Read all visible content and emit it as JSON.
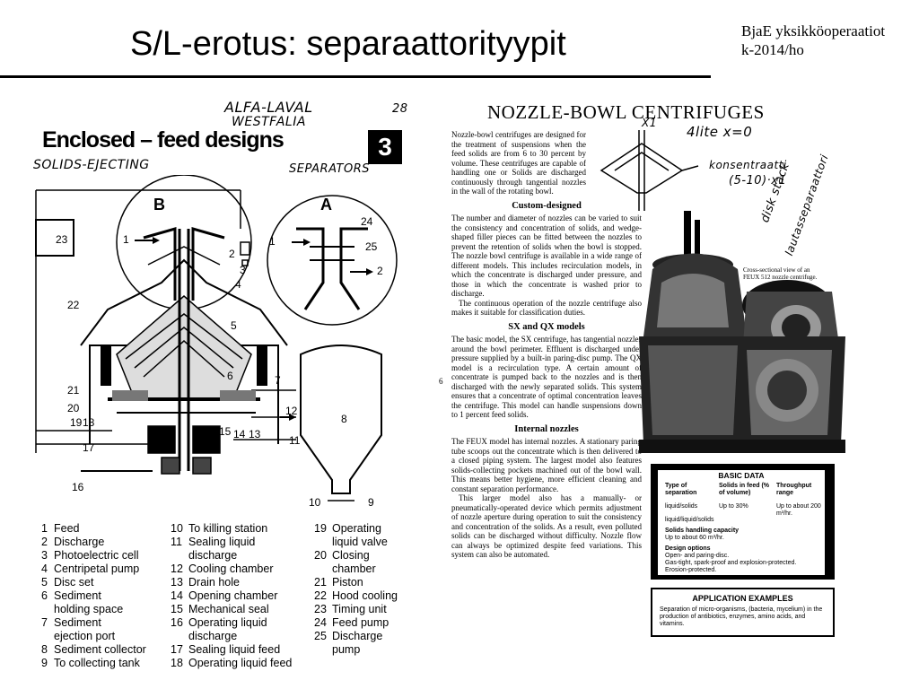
{
  "slide": {
    "title": "S/L-erotus: separaattorityypit",
    "corner_line1": "BjaE yksikköoperaatiot",
    "corner_line2": "k-2014/ho"
  },
  "left_scan": {
    "heading": "Enclosed – feed designs",
    "number_badge": "3",
    "handwriting_top1": "ALFA-LAVAL",
    "handwriting_top2": "WESTFALIA",
    "handwriting_page": "28",
    "handwriting_left": "SOLIDS-EJECTING",
    "handwriting_right": "SEPARATORS",
    "label_B": "B",
    "label_A": "A",
    "legend_col1": [
      {
        "n": "1",
        "t": "Feed"
      },
      {
        "n": "2",
        "t": "Discharge"
      },
      {
        "n": "3",
        "t": "Photoelectric cell"
      },
      {
        "n": "4",
        "t": "Centripetal pump"
      },
      {
        "n": "5",
        "t": "Disc set"
      },
      {
        "n": "6",
        "t": "Sediment"
      },
      {
        "n": "",
        "t": "holding space"
      },
      {
        "n": "7",
        "t": "Sediment"
      },
      {
        "n": "",
        "t": "ejection port"
      },
      {
        "n": "8",
        "t": "Sediment collector"
      },
      {
        "n": "9",
        "t": "To collecting tank"
      }
    ],
    "legend_col2": [
      {
        "n": "10",
        "t": "To killing station"
      },
      {
        "n": "11",
        "t": "Sealing liquid"
      },
      {
        "n": "",
        "t": "discharge"
      },
      {
        "n": "12",
        "t": "Cooling chamber"
      },
      {
        "n": "13",
        "t": "Drain hole"
      },
      {
        "n": "14",
        "t": "Opening chamber"
      },
      {
        "n": "15",
        "t": "Mechanical seal"
      },
      {
        "n": "16",
        "t": "Operating liquid"
      },
      {
        "n": "",
        "t": "discharge"
      },
      {
        "n": "17",
        "t": "Sealing liquid feed"
      },
      {
        "n": "18",
        "t": "Operating liquid feed"
      }
    ],
    "legend_col3": [
      {
        "n": "19",
        "t": "Operating"
      },
      {
        "n": "",
        "t": "liquid valve"
      },
      {
        "n": "20",
        "t": "Closing"
      },
      {
        "n": "",
        "t": "chamber"
      },
      {
        "n": "21",
        "t": "Piston"
      },
      {
        "n": "22",
        "t": "Hood cooling"
      },
      {
        "n": "23",
        "t": "Timing unit"
      },
      {
        "n": "24",
        "t": "Feed pump"
      },
      {
        "n": "25",
        "t": "Discharge"
      },
      {
        "n": "",
        "t": "pump"
      }
    ]
  },
  "right_scan": {
    "title": "NOZZLE-BOWL CENTRIFUGES",
    "intro": "Nozzle-bowl centrifuges are designed for the treatment of suspensions when the feed solids are from 6 to 30 percent by volume. These centrifuges are capable of handling one or Solids are discharged continuously through tangential nozzles in the wall of the rotating bowl.",
    "h1": "Custom-designed",
    "p1": "The number and diameter of nozzles can be varied to suit the consistency and concentration of solids, and wedge-shaped filler pieces can be fitted between the nozzles to prevent the retention of solids when the bowl is stopped. The nozzle bowl centrifuge is available in a wide range of different models. This includes recirculation models, in which the concentrate is discharged under pressure, and those in which the concentrate is washed prior to discharge.",
    "p1b": "The continuous operation of the nozzle centrifuge also makes it suitable for classification duties.",
    "h2": "SX and QX models",
    "p2": "The basic model, the SX centrifuge, has tangential nozzles around the bowl perimeter. Effluent is discharged under pressure supplied by a built-in paring-disc pump. The QX model is a recirculation type. A certain amount of concentrate is pumped back to the nozzles and is then discharged with the newly separated solids. This system ensures that a concentrate of optimal concentration leaves the centrifuge. This model can handle suspensions down to 1 percent feed solids.",
    "h3": "Internal nozzles",
    "p3": "The FEUX model has internal nozzles. A stationary paring tube scoops out the concentrate which is then delivered to a closed piping system. The largest model also features solids-collecting pockets machined out of the bowl wall. This means better hygiene, more efficient cleaning and constant separation performance.",
    "p3b": "This larger model also has a manually- or pneumatically-operated device which permits adjustment of nozzle aperture during operation to suit the consistency and concentration of the solids. As a result, even polluted solids can be discharged without difficulty. Nozzle flow can always be optimized despite feed variations. This system can also be automated.",
    "margin_6": "6",
    "caption": "Cross-sectional view of an FEUX 512 nozzle centrifuge.",
    "hw_x1": "X1",
    "hw_flow": "4lite x=0",
    "hw_conc1": "konsentraatti",
    "hw_conc2": "(5-10)·x1",
    "hw_disc": "disk stack",
    "hw_sep": "lautasseparaattori",
    "basic": {
      "head": "BASIC DATA",
      "c1h": "Type of separation",
      "c2h": "Solids in feed (% of volume)",
      "c3h": "Throughput range",
      "c1v": "liquid/solids",
      "c2v": "Up to 30%",
      "c3v": "Up to about 200 m³/hr.",
      "r2": "liquid/liquid/solids",
      "cap_h": "Solids handling capacity",
      "cap_v": "Up to about 60 m³/hr.",
      "opt_h": "Design options",
      "opt1": "Open- and paring-disc.",
      "opt2": "Gas-tight, spark-proof and explosion-protected.",
      "opt3": "Erosion-protected."
    },
    "app": {
      "head": "APPLICATION EXAMPLES",
      "text": "Separation of micro-organisms, (bacteria, mycelium) in the production of antibiotics, enzymes, amino acids, and vitamins."
    }
  },
  "diagram_labels": {
    "n23": "23",
    "n22": "22",
    "n21": "21",
    "n20": "20",
    "n19": "19",
    "n18": "18",
    "n17": "17",
    "n16": "16",
    "n1": "1",
    "n2": "2",
    "n3": "3",
    "n4": "4",
    "n5": "5",
    "n6": "6",
    "n7": "7",
    "n8": "8",
    "n10": "10",
    "n9": "9",
    "n11": "11",
    "n12": "12",
    "n13": "13",
    "n14": "14",
    "n15": "15",
    "n24": "24",
    "n25": "25",
    "a1": "1",
    "a2": "2"
  }
}
